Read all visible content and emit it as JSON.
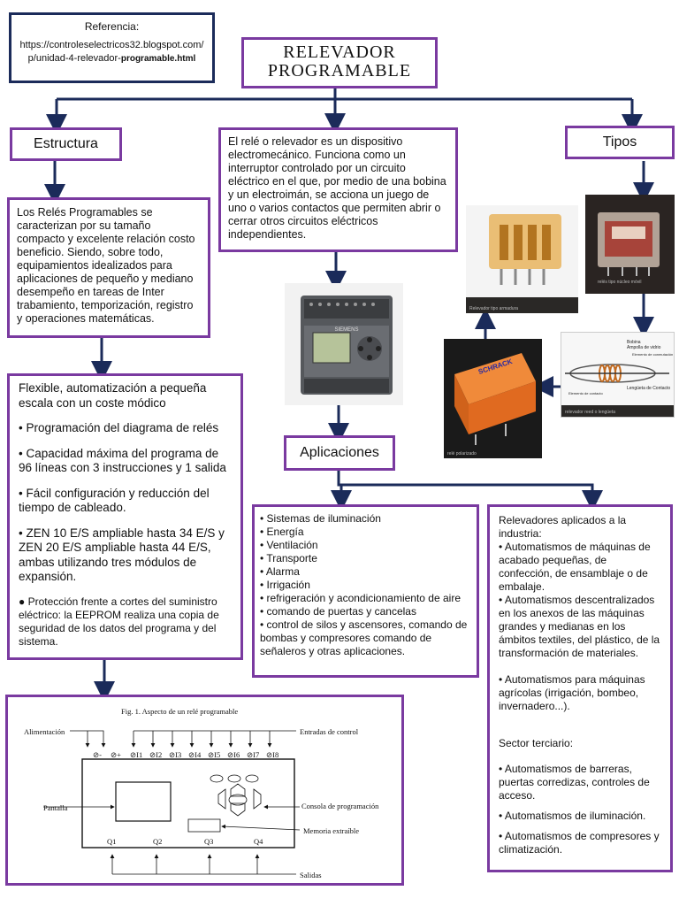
{
  "reference": {
    "title": "Referencia:",
    "url_line1": "https://controleselectricos32.blogspot.com/",
    "url_line2_a": "p/unidad-4-relevador-",
    "url_line2_b": "programable.html"
  },
  "main_title": {
    "line1": "RELEVADOR",
    "line2": "PROGRAMABLE"
  },
  "estructura": {
    "label": "Estructura",
    "description": "Los Relés Programables se caracterizan por su tamaño compacto y excelente relación costo beneficio. Siendo, sobre todo, equipamientos idealizados para aplicaciones de pequeño y mediano desempeño en tareas de Inter trabamiento, temporización, registro y operaciones matemáticas."
  },
  "features": {
    "heading": "Flexible, automatización a pequeña escala con un coste módico",
    "items": [
      "• Programación del diagrama de relés",
      "• Capacidad máxima del programa de 96 líneas con 3 instrucciones y 1 salida",
      "• Fácil configuración y reducción del tiempo de cableado.",
      "• ZEN 10 E/S ampliable hasta 34 E/S y ZEN 20 E/S ampliable hasta 44 E/S, ambas utilizando tres módulos de expansión."
    ],
    "last": "● Protección frente a cortes del suministro eléctrico: la EEPROM realiza una copia de seguridad de los datos del programa y del sistema."
  },
  "definition": "El relé o relevador es un dispositivo electromecánico. Funciona como un interruptor controlado por un circuito eléctrico en el que, por medio de una bobina y un electroimán, se acciona un juego de uno o varios contactos que permiten abrir o cerrar otros circuitos eléctricos independientes.",
  "device_label": "SIEMENS",
  "aplicaciones": {
    "label": "Aplicaciones",
    "list": [
      "• Sistemas de iluminación",
      "• Energía",
      "• Ventilación",
      "• Transporte",
      "• Alarma",
      "• Irrigación",
      "• refrigeración y acondicionamiento de aire",
      "• comando de puertas y cancelas",
      "• control de silos y ascensores, comando de bombas y compresores comando de señaleros y otras aplicaciones."
    ]
  },
  "tipos": {
    "label": "Tipos",
    "captions": {
      "a": "relés tipo núcleo móvil",
      "b": "Relevador tipo armadura",
      "c": "relé polarizado",
      "d": "relevador reed o lengüeta"
    },
    "reed_labels": [
      "Bobina",
      "Ampolla de vidrio",
      "Elemento de conmutación",
      "Lengüeta de Contacto",
      "Elemento de contacto"
    ],
    "brand": "SCHRACK"
  },
  "industria": {
    "intro": "Relevadores aplicados a la industria:",
    "items1": [
      "• Automatismos de máquinas de acabado pequeñas, de confección, de ensamblaje o de embalaje.",
      "• Automatismos descentralizados en los anexos de las máquinas grandes y medianas en los ámbitos textiles, del plástico, de la transformación de materiales."
    ],
    "item_agricola": "• Automatismos para máquinas agrícolas (irrigación, bombeo, invernadero...).",
    "terciario_title": "Sector terciario:",
    "items2": [
      "• Automatismos de barreras, puertas corredizas, controles de acceso.",
      "• Automatismos de iluminación.",
      "• Automatismos de compresores y climatización."
    ]
  },
  "figure": {
    "title": "Fig. 1. Aspecto de un relé programable",
    "alimentacion": "Alimentación",
    "entradas": "Entradas de control",
    "pantalla": "Pantalla",
    "consola": "Consola de programación",
    "memoria": "Memoria extraíble",
    "salidas": "Salidas",
    "terminals": [
      "⊘-",
      "⊘+",
      "⊘I1",
      "⊘I2",
      "⊘I3",
      "⊘I4",
      "⊘I5",
      "⊘I6",
      "⊘I7",
      "⊘I8"
    ],
    "outputs": [
      "Q1",
      "Q2",
      "Q3",
      "Q4"
    ]
  },
  "colors": {
    "purple_border": "#7a3aa0",
    "navy": "#1b2b5a",
    "relay_orange": "#e06a20"
  }
}
